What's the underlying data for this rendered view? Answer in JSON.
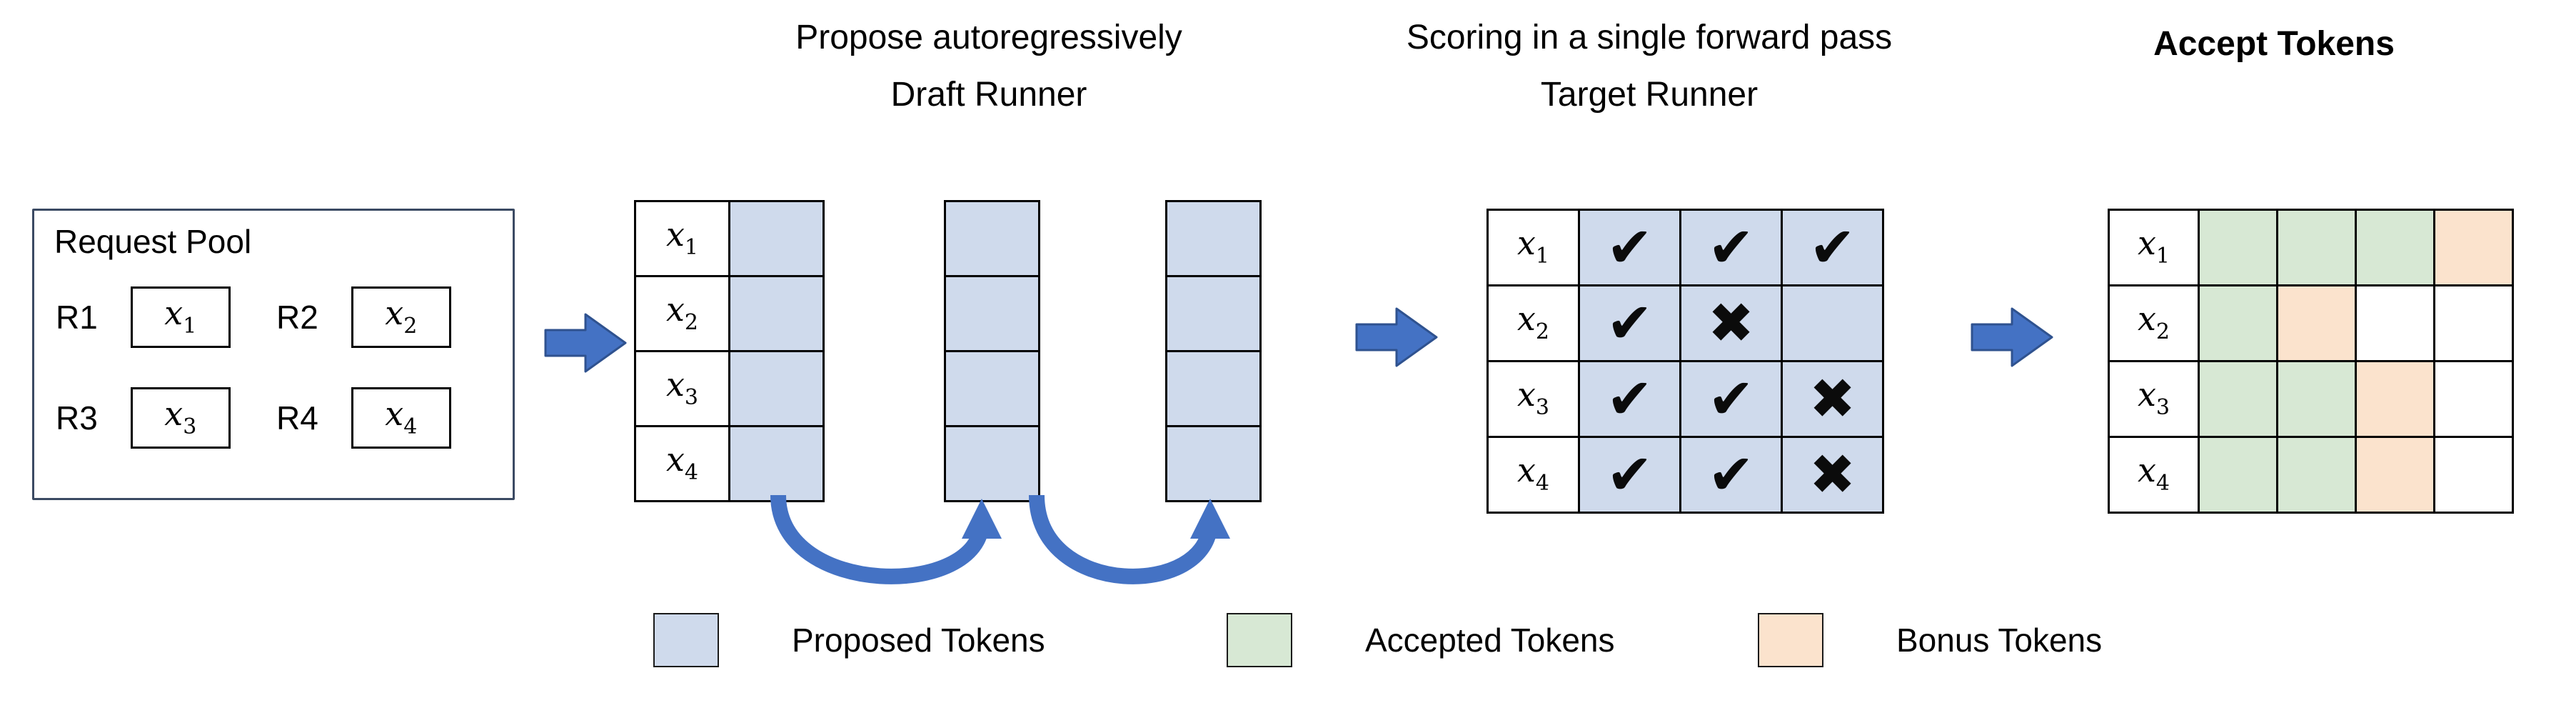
{
  "titles": {
    "propose": "Propose autoregressively",
    "draft_runner": "Draft Runner",
    "scoring": "Scoring in a single forward pass",
    "target_runner": "Target Runner",
    "accept": "Accept Tokens"
  },
  "request_pool": {
    "title": "Request Pool",
    "requests": [
      {
        "label": "R1",
        "token": {
          "base": "x",
          "sub": "1"
        }
      },
      {
        "label": "R2",
        "token": {
          "base": "x",
          "sub": "2"
        }
      },
      {
        "label": "R3",
        "token": {
          "base": "x",
          "sub": "3"
        }
      },
      {
        "label": "R4",
        "token": {
          "base": "x",
          "sub": "4"
        }
      }
    ]
  },
  "draft_runner": {
    "tokens": [
      {
        "base": "x",
        "sub": "1"
      },
      {
        "base": "x",
        "sub": "2"
      },
      {
        "base": "x",
        "sub": "3"
      },
      {
        "base": "x",
        "sub": "4"
      }
    ],
    "proposal_columns": 3
  },
  "target_runner": {
    "rows": [
      {
        "token": {
          "base": "x",
          "sub": "1"
        },
        "marks": [
          "check",
          "check",
          "check"
        ]
      },
      {
        "token": {
          "base": "x",
          "sub": "2"
        },
        "marks": [
          "check",
          "cross",
          "none"
        ]
      },
      {
        "token": {
          "base": "x",
          "sub": "3"
        },
        "marks": [
          "check",
          "check",
          "cross"
        ]
      },
      {
        "token": {
          "base": "x",
          "sub": "4"
        },
        "marks": [
          "check",
          "check",
          "cross"
        ]
      }
    ]
  },
  "accept_tokens": {
    "rows": [
      {
        "token": {
          "base": "x",
          "sub": "1"
        },
        "cells": [
          "accepted",
          "accepted",
          "accepted",
          "bonus"
        ]
      },
      {
        "token": {
          "base": "x",
          "sub": "2"
        },
        "cells": [
          "accepted",
          "bonus",
          "none",
          "none"
        ]
      },
      {
        "token": {
          "base": "x",
          "sub": "3"
        },
        "cells": [
          "accepted",
          "accepted",
          "bonus",
          "none"
        ]
      },
      {
        "token": {
          "base": "x",
          "sub": "4"
        },
        "cells": [
          "accepted",
          "accepted",
          "bonus",
          "none"
        ]
      }
    ]
  },
  "legend": [
    {
      "icon": "proposed-token-swatch",
      "label": "Proposed Tokens",
      "color": "#cfdaec"
    },
    {
      "icon": "accepted-token-swatch",
      "label": "Accepted Tokens",
      "color": "#d7e8d4"
    },
    {
      "icon": "bonus-token-swatch",
      "label": "Bonus Tokens",
      "color": "#fbe3cd"
    }
  ],
  "colors": {
    "proposed": "#cfdaec",
    "accepted": "#d7e8d4",
    "bonus": "#fbe3cd",
    "arrow_fill": "#4472c4",
    "arrow_stroke": "#2f528f",
    "grid_border": "#000000",
    "pool_border": "#3b4a63"
  }
}
